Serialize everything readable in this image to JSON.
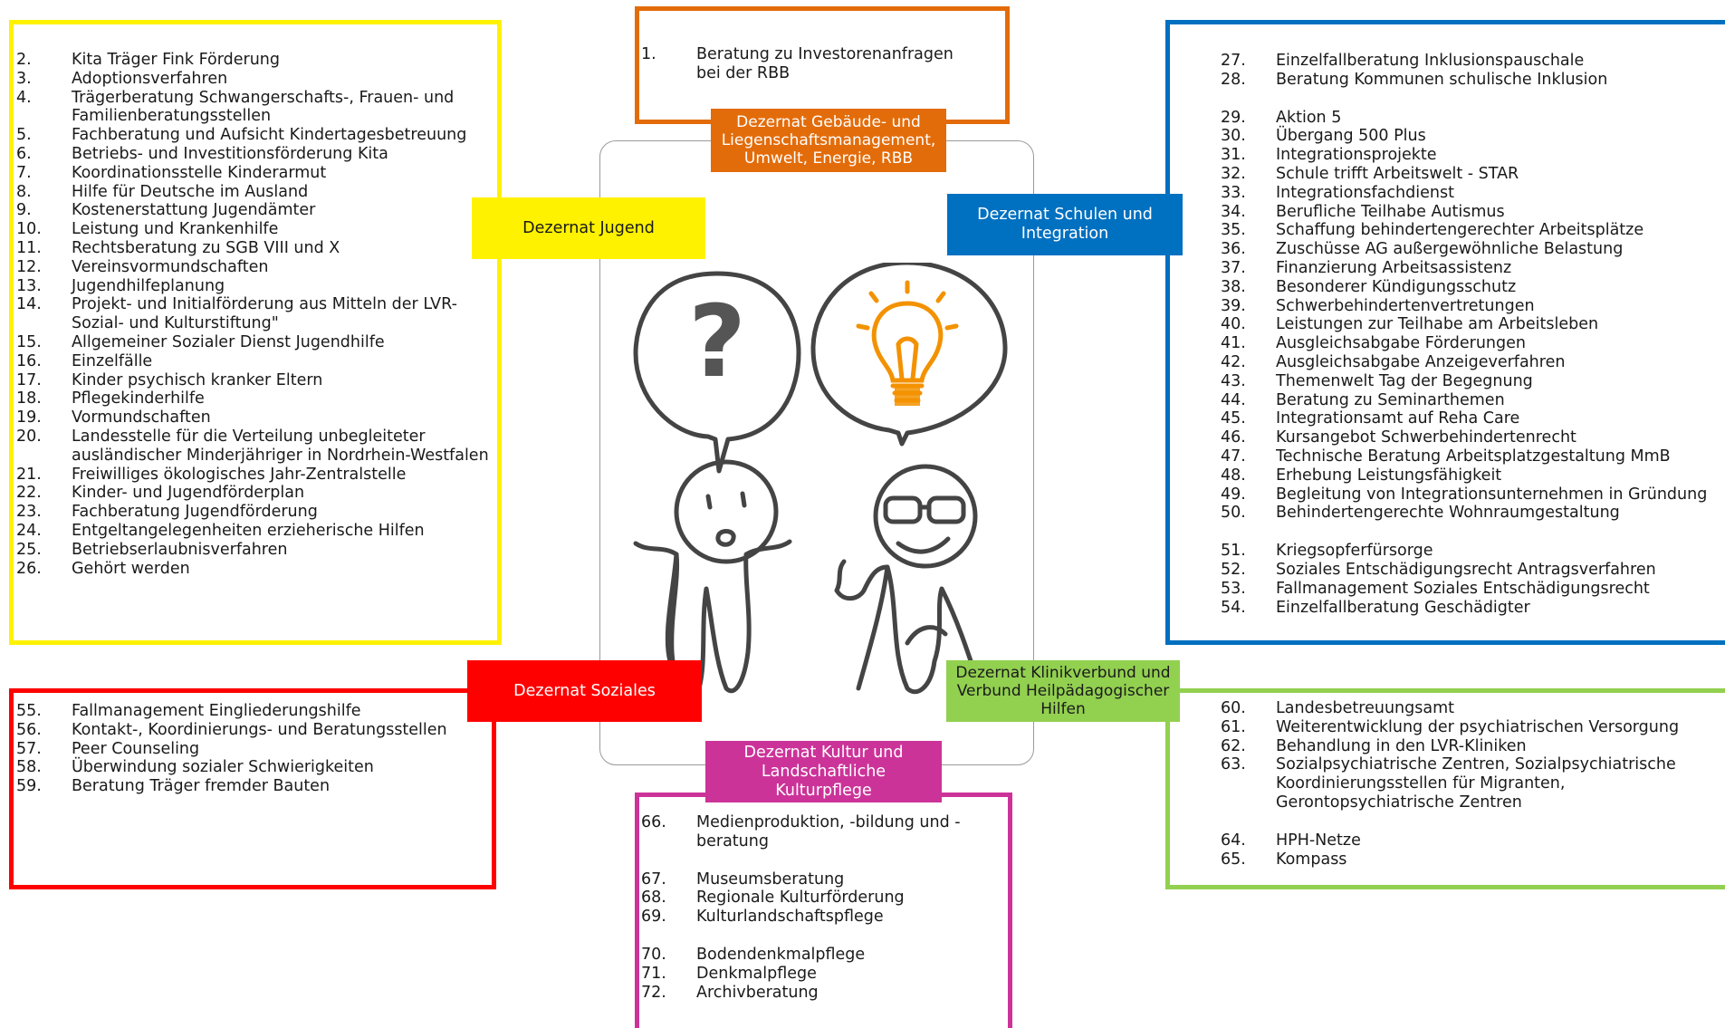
{
  "colors": {
    "jugend": "#FFF200",
    "gebaeude": "#E36C0A",
    "schulen": "#0070C0",
    "soziales": "#FF0000",
    "klinik": "#92D050",
    "kultur": "#CC3399",
    "bulb": "#F39200"
  },
  "departments": {
    "jugend": {
      "title": "Dezernat Jugend",
      "items": [
        {
          "num": "2.",
          "text": "Kita Träger Fink Förderung"
        },
        {
          "num": "3.",
          "text": "Adoptionsverfahren"
        },
        {
          "num": "4.",
          "text": "Trägerberatung Schwangerschafts-, Frauen- und Familienberatungsstellen"
        },
        {
          "num": "5.",
          "text": "Fachberatung und Aufsicht  Kindertagesbetreuung"
        },
        {
          "num": "6.",
          "text": "Betriebs- und Investitionsförderung Kita"
        },
        {
          "num": "7.",
          "text": "Koordinationsstelle Kinderarmut"
        },
        {
          "num": "8.",
          "text": "Hilfe für Deutsche im Ausland"
        },
        {
          "num": "9.",
          "text": "Kostenerstattung Jugendämter"
        },
        {
          "num": "10.",
          "text": "Leistung und Krankenhilfe"
        },
        {
          "num": "11.",
          "text": "Rechtsberatung zu SGB VIII und X"
        },
        {
          "num": "12.",
          "text": "Vereinsvormundschaften"
        },
        {
          "num": "13.",
          "text": "Jugendhilfeplanung"
        },
        {
          "num": "14.",
          "text": "Projekt- und Initialförderung aus Mitteln der LVR-Sozial- und  Kulturstiftung\""
        },
        {
          "num": "15.",
          "text": "Allgemeiner Sozialer Dienst Jugendhilfe"
        },
        {
          "num": "16.",
          "text": "Einzelfälle"
        },
        {
          "num": "17.",
          "text": "Kinder psychisch kranker Eltern"
        },
        {
          "num": "18.",
          "text": "Pflegekinderhilfe"
        },
        {
          "num": "19.",
          "text": "Vormundschaften"
        },
        {
          "num": "20.",
          "text": "Landesstelle für die Verteilung unbegleiteter ausländischer Minderjähriger in Nordrhein-Westfalen"
        },
        {
          "num": "21.",
          "text": "Freiwilliges ökologisches Jahr-Zentralstelle"
        },
        {
          "num": "22.",
          "text": "Kinder- und Jugendförderplan"
        },
        {
          "num": "23.",
          "text": "Fachberatung Jugendförderung"
        },
        {
          "num": "24.",
          "text": "Entgeltangelegenheiten erzieherische Hilfen"
        },
        {
          "num": "25.",
          "text": "Betriebserlaubnisverfahren"
        },
        {
          "num": "26.",
          "text": "Gehört werden"
        }
      ]
    },
    "gebaeude": {
      "title": "Dezernat Gebäude- und Liegenschaftsmanagement, Umwelt, Energie, RBB",
      "items": [
        {
          "num": "1.",
          "text": "Beratung zu Investorenanfragen bei der RBB"
        }
      ]
    },
    "schulen": {
      "title": "Dezernat Schulen und Integration",
      "items": [
        {
          "num": "27.",
          "text": "Einzelfallberatung Inklusionspauschale"
        },
        {
          "num": "28.",
          "text": "Beratung Kommunen schulische Inklusion"
        },
        {
          "num": "29.",
          "text": "Aktion 5",
          "gap": true
        },
        {
          "num": "30.",
          "text": "Übergang 500 Plus"
        },
        {
          "num": "31.",
          "text": "Integrationsprojekte"
        },
        {
          "num": "32.",
          "text": "Schule trifft Arbeitswelt - STAR"
        },
        {
          "num": "33.",
          "text": "Integrationsfachdienst"
        },
        {
          "num": "34.",
          "text": "Berufliche Teilhabe Autismus"
        },
        {
          "num": "35.",
          "text": "Schaffung behindertengerechter Arbeitsplätze"
        },
        {
          "num": "36.",
          "text": "Zuschüsse AG außergewöhnliche Belastung"
        },
        {
          "num": "37.",
          "text": "Finanzierung Arbeitsassistenz"
        },
        {
          "num": "38.",
          "text": "Besonderer Kündigungsschutz"
        },
        {
          "num": "39.",
          "text": "Schwerbehindertenvertretungen"
        },
        {
          "num": "40.",
          "text": "Leistungen zur Teilhabe am Arbeitsleben"
        },
        {
          "num": "41.",
          "text": "Ausgleichsabgabe Förderungen"
        },
        {
          "num": "42.",
          "text": "Ausgleichsabgabe Anzeigeverfahren"
        },
        {
          "num": "43.",
          "text": "Themenwelt Tag der Begegnung"
        },
        {
          "num": "44.",
          "text": "Beratung zu Seminarthemen"
        },
        {
          "num": "45.",
          "text": "Integrationsamt auf Reha Care"
        },
        {
          "num": "46.",
          "text": "Kursangebot Schwerbehindertenrecht"
        },
        {
          "num": "47.",
          "text": "Technische Beratung Arbeitsplatzgestaltung MmB"
        },
        {
          "num": "48.",
          "text": "Erhebung Leistungsfähigkeit"
        },
        {
          "num": "49.",
          "text": "Begleitung von Integrationsunternehmen in Gründung"
        },
        {
          "num": "50.",
          "text": "Behindertengerechte Wohnraumgestaltung"
        },
        {
          "num": "51.",
          "text": "Kriegsopferfürsorge",
          "gap": true
        },
        {
          "num": "52.",
          "text": "Soziales Entschädigungsrecht Antragsverfahren"
        },
        {
          "num": "53.",
          "text": "Fallmanagement Soziales Entschädigungsrecht"
        },
        {
          "num": "54.",
          "text": "Einzelfallberatung Geschädigter"
        }
      ]
    },
    "soziales": {
      "title": "Dezernat Soziales",
      "items": [
        {
          "num": "55.",
          "text": "Fallmanagement Eingliederungshilfe"
        },
        {
          "num": "56.",
          "text": "Kontakt-, Koordinierungs- und Beratungsstellen"
        },
        {
          "num": "57.",
          "text": "Peer Counseling"
        },
        {
          "num": "58.",
          "text": "Überwindung sozialer Schwierigkeiten"
        },
        {
          "num": "59.",
          "text": "Beratung Träger fremder Bauten"
        }
      ]
    },
    "klinik": {
      "title": "Dezernat Klinikverbund und Verbund Heilpädagogischer Hilfen",
      "items": [
        {
          "num": "60.",
          "text": "Landesbetreuungsamt"
        },
        {
          "num": "61.",
          "text": "Weiterentwicklung der psychiatrischen Versorgung"
        },
        {
          "num": "62.",
          "text": "Behandlung in den LVR-Kliniken"
        },
        {
          "num": "63.",
          "text": "Sozialpsychiatrische Zentren, Sozialpsychiatrische Koordinierungsstellen für Migranten, Gerontopsychiatrische Zentren"
        },
        {
          "num": "64.",
          "text": "HPH-Netze",
          "gap": true
        },
        {
          "num": "65.",
          "text": "Kompass"
        }
      ]
    },
    "kultur": {
      "title": "Dezernat Kultur und Landschaftliche Kulturpflege",
      "items": [
        {
          "num": "66.",
          "text": "Medienproduktion, -bildung und -beratung"
        },
        {
          "num": "67.",
          "text": "Museumsberatung",
          "gap": true
        },
        {
          "num": "68.",
          "text": "Regionale Kulturförderung"
        },
        {
          "num": "69.",
          "text": "Kulturlandschaftspflege"
        },
        {
          "num": "70.",
          "text": "Bodendenkmalpflege",
          "gap": true
        },
        {
          "num": "71.",
          "text": "Denkmalpflege"
        },
        {
          "num": "72.",
          "text": "Archivberatung"
        }
      ]
    }
  }
}
